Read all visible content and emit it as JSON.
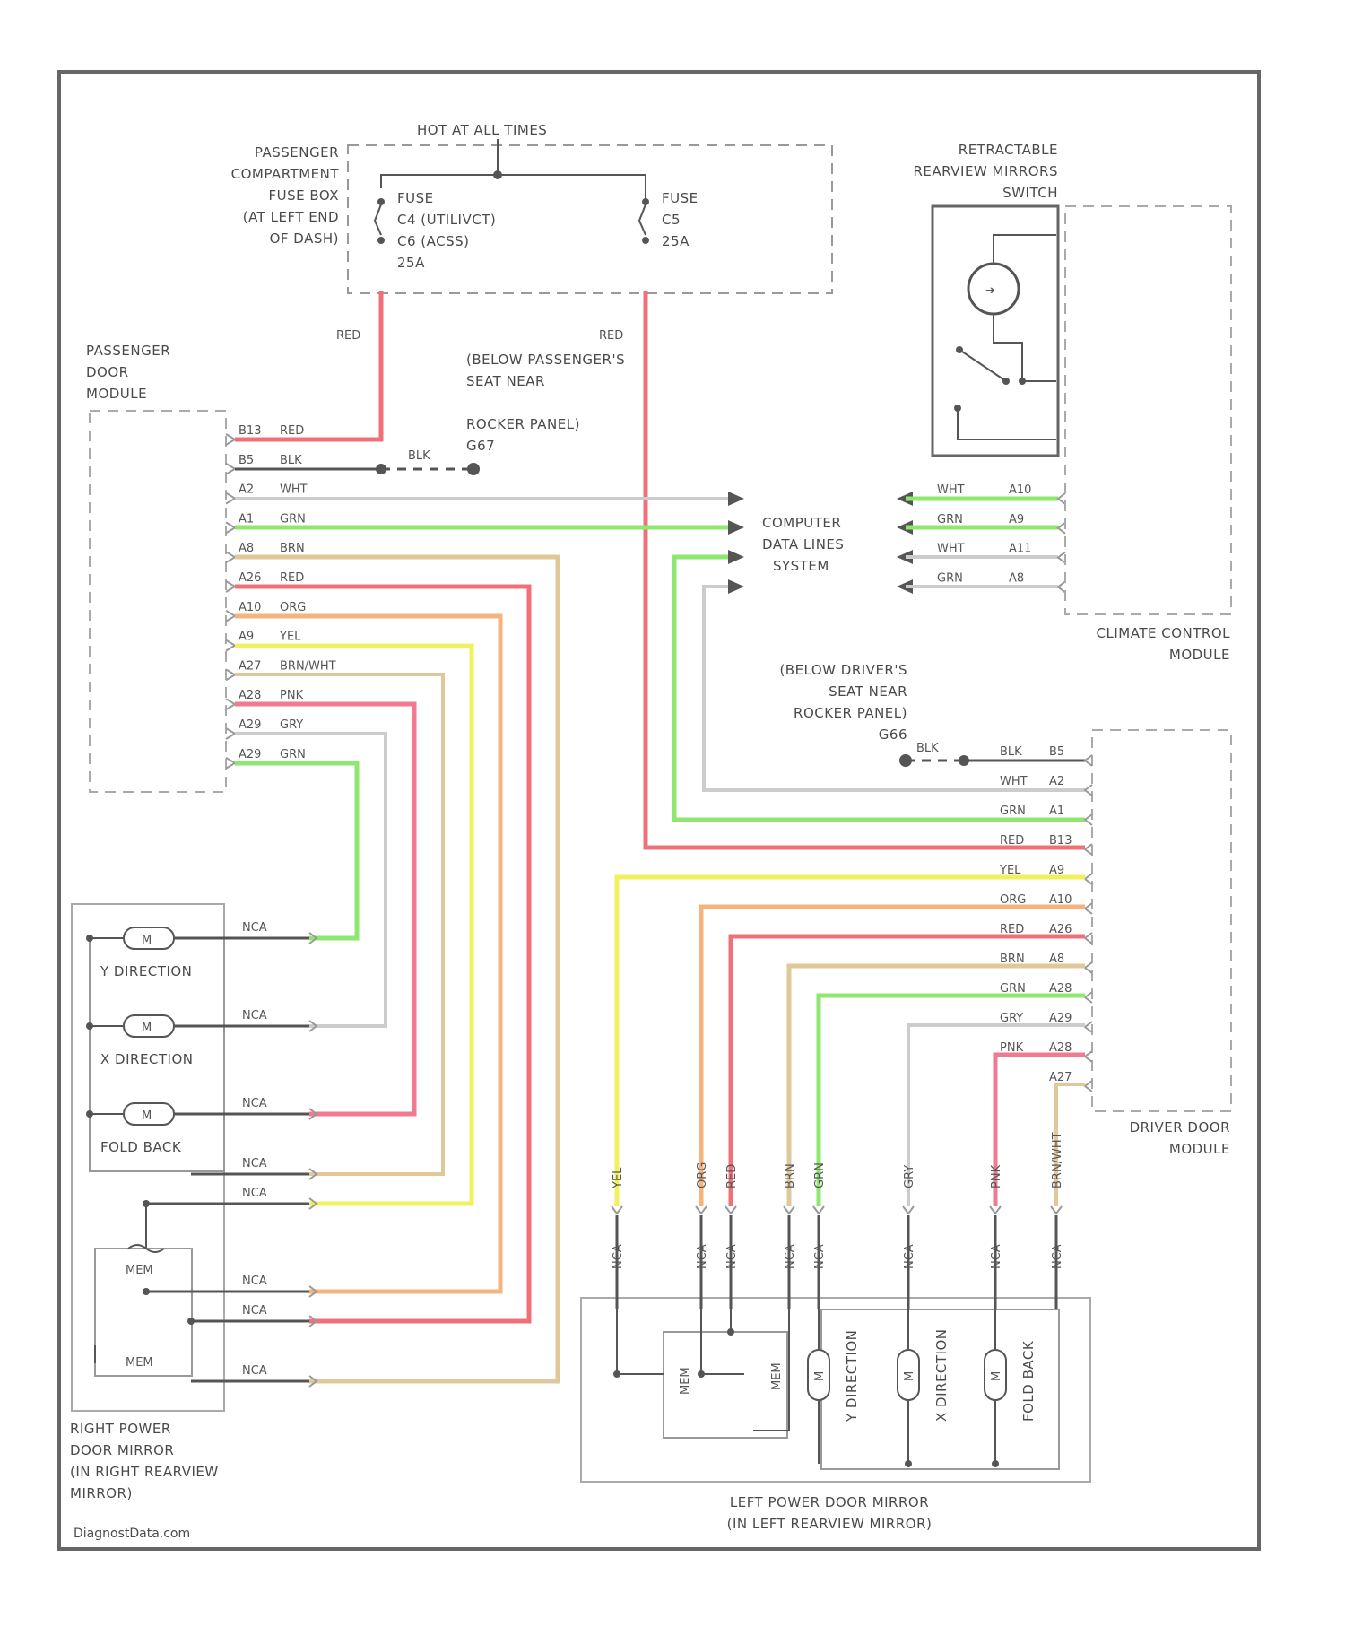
{
  "hot_label": "HOT AT ALL TIMES",
  "fuse_box_label": [
    "PASSENGER",
    "COMPARTMENT",
    "FUSE BOX",
    "(AT LEFT END",
    "OF DASH)"
  ],
  "fuse1": [
    "FUSE",
    "C4  (UTILIVCT)",
    "C6  (ACSS)",
    "25A"
  ],
  "fuse2": [
    "FUSE",
    "C5",
    "25A"
  ],
  "retract_switch_label": [
    "RETRACTABLE",
    "REARVIEW MIRRORS",
    "SWITCH"
  ],
  "passenger_module_label": [
    "PASSENGER",
    "DOOR",
    "MODULE"
  ],
  "ground_pass_label": [
    "(BELOW PASSENGER'S",
    "SEAT NEAR",
    "ROCKER PANEL)",
    "G67"
  ],
  "ground_driver_label": [
    "(BELOW DRIVER'S",
    "SEAT NEAR",
    "ROCKER PANEL)",
    "G66"
  ],
  "red_label": "RED",
  "blk_label": "BLK",
  "data_lines_label": [
    "COMPUTER",
    "DATA LINES",
    "SYSTEM"
  ],
  "climate_label": [
    "CLIMATE CONTROL",
    "MODULE"
  ],
  "driver_module_label": [
    "DRIVER DOOR",
    "MODULE"
  ],
  "right_mirror_label": [
    "RIGHT POWER",
    "DOOR MIRROR",
    "(IN RIGHT REARVIEW",
    "MIRROR)"
  ],
  "left_mirror_label": [
    "LEFT POWER DOOR MIRROR",
    "(IN LEFT REARVIEW MIRROR)"
  ],
  "motor_labels": {
    "motor": "M",
    "y": "Y DIRECTION",
    "x": "X DIRECTION",
    "fold": "FOLD BACK",
    "mem": "MEM"
  },
  "nca": "NCA",
  "watermark": "DiagnostData.com",
  "passenger_pins": [
    {
      "pin": "B13",
      "color": "RED"
    },
    {
      "pin": "B5",
      "color": "BLK"
    },
    {
      "pin": "A2",
      "color": "WHT"
    },
    {
      "pin": "A1",
      "color": "GRN"
    },
    {
      "pin": "A8",
      "color": "BRN"
    },
    {
      "pin": "A26",
      "color": "RED"
    },
    {
      "pin": "A10",
      "color": "ORG"
    },
    {
      "pin": "A9",
      "color": "YEL"
    },
    {
      "pin": "A27",
      "color": "BRN/WHT"
    },
    {
      "pin": "A28",
      "color": "PNK"
    },
    {
      "pin": "A29",
      "color": "GRY"
    },
    {
      "pin": "A29",
      "color": "GRN"
    }
  ],
  "climate_pins": [
    {
      "pin": "A10",
      "color": "WHT"
    },
    {
      "pin": "A9",
      "color": "GRN"
    },
    {
      "pin": "A11",
      "color": "WHT"
    },
    {
      "pin": "A8",
      "color": "GRN"
    }
  ],
  "driver_pins": [
    {
      "pin": "B5",
      "color": "BLK"
    },
    {
      "pin": "A2",
      "color": "WHT"
    },
    {
      "pin": "A1",
      "color": "GRN"
    },
    {
      "pin": "B13",
      "color": "RED"
    },
    {
      "pin": "A9",
      "color": "YEL"
    },
    {
      "pin": "A10",
      "color": "ORG"
    },
    {
      "pin": "A26",
      "color": "RED"
    },
    {
      "pin": "A8",
      "color": "BRN"
    },
    {
      "pin": "A28",
      "color": "GRN"
    },
    {
      "pin": "A29",
      "color": "GRY"
    },
    {
      "pin": "A28",
      "color": "PNK"
    },
    {
      "pin": "A27",
      "color": ""
    }
  ],
  "left_mirror_wires": [
    "YEL",
    "ORG",
    "RED",
    "BRN",
    "GRN",
    "GRY",
    "PNK",
    "BRN/WHT"
  ],
  "colors": {
    "red": "#f0707a",
    "green": "#8ee870",
    "yellow": "#f2f060",
    "orange": "#f6b37c",
    "tan": "#e0c89a",
    "grey": "#cccccc",
    "pink": "#f27a90",
    "dark": "#555555"
  }
}
